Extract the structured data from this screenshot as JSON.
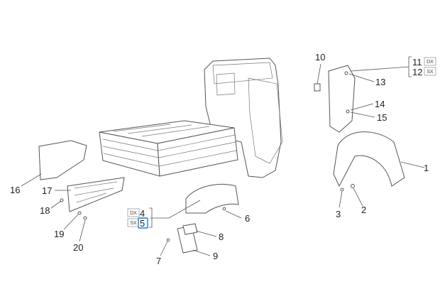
{
  "diagram": {
    "labels": {
      "p1": "1",
      "p2": "2",
      "p3": "3",
      "p4": "4",
      "p5": "5",
      "p6": "6",
      "p7": "7",
      "p8": "8",
      "p9": "9",
      "p10": "10",
      "p11": "11",
      "p12": "12",
      "p13": "13",
      "p14": "14",
      "p15": "15",
      "p16": "16",
      "p17": "17",
      "p18": "18",
      "p19": "19",
      "p20": "20"
    },
    "tags": {
      "dx": "DX",
      "sx": "SX"
    },
    "highlight_color": "#1a7fd0"
  }
}
